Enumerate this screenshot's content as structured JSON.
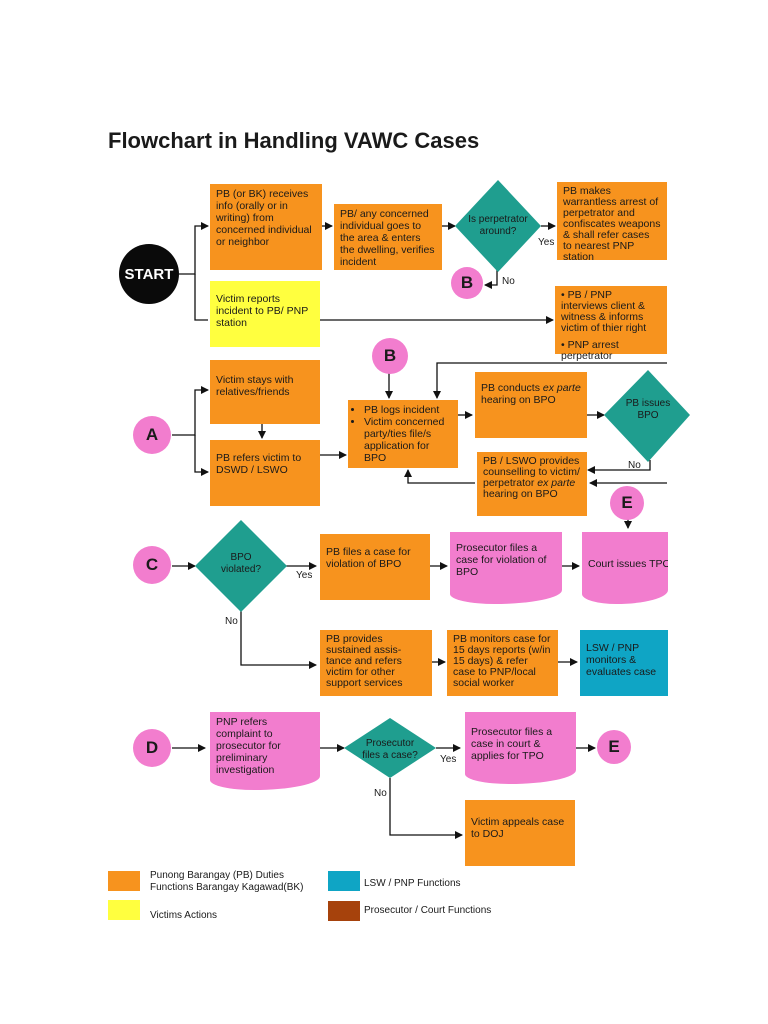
{
  "title": "Flowchart in Handling VAWC Cases",
  "colors": {
    "pb": "#f7931e",
    "victim": "#ffff3f",
    "lsw": "#0fa5c5",
    "court": "#a6420c",
    "prosecutor": "#f27dce",
    "decision": "#1f9e8f",
    "start": "#0a0a0a"
  },
  "nodes": {
    "start": "START",
    "pb_receives": "PB (or BK) receives info (orally or in writing) from concerned individual or neighbor",
    "pb_goes": "PB/ any concerned individual goes to the area & enters the dwelling, verifies incident",
    "perp_around": "Is perpetrator around?",
    "pb_arrest": "PB makes warrantless arrest of perpetrator and confiscates weapons & shall refer cases to nearest PNP station",
    "victim_reports": "Victim reports incident to PB/ PNP station",
    "pb_interviews": "• PB / PNP interviews client & witness & informs victim of thier right",
    "pnp_arrest": "• PNP arrest perpetrator",
    "victim_stays": "Victim stays with relatives/friends",
    "pb_refers_dswd": "PB refers victim to DSWD / LSWO",
    "pb_logs": "PB logs incident",
    "victim_files": "Victim concerned party/ties file/s application for BPO",
    "pb_hearing_a": "PB conducts",
    "pb_hearing_b": "ex parte",
    "pb_hearing_c": "hearing on BPO",
    "pb_issues_bpo": "PB issues BPO",
    "counselling_a": "PB / LSWO provides counselling to victim/ perpetrator",
    "counselling_b": "ex parte",
    "counselling_c": "hearing on BPO",
    "bpo_violated": "BPO violated?",
    "pb_files_case": "PB files a case for violation of BPO",
    "prosecutor_files_bpo": "Prosecutor files a case for violation of BPO",
    "court_issues": "Court issues TPO",
    "pb_sustained": "PB provides sustained assis-tance and refers victim for other support services",
    "pb_monitors": "PB monitors case for 15 days reports (w/in 15 days) & refer case to PNP/local social worker",
    "lsw_monitors": "LSW / PNP monitors & evaluates case",
    "pnp_refers": "PNP refers complaint to prosecutor for preliminary investigation",
    "prosecutor_q": "Prosecutor files a case?",
    "prosecutor_tpo": "Prosecutor files a case in court & applies for TPO",
    "victim_appeals": "Victim appeals case to DOJ"
  },
  "connectors": {
    "A": "A",
    "B": "B",
    "C": "C",
    "D": "D",
    "E": "E"
  },
  "edge_labels": {
    "yes": "Yes",
    "no": "No"
  },
  "legend": {
    "pb": "Punong Barangay (PB) Duties Functions Barangay Kagawad(BK)",
    "victim": "Victims Actions",
    "lsw": "LSW / PNP Functions",
    "court": "Prosecutor / Court Functions"
  }
}
